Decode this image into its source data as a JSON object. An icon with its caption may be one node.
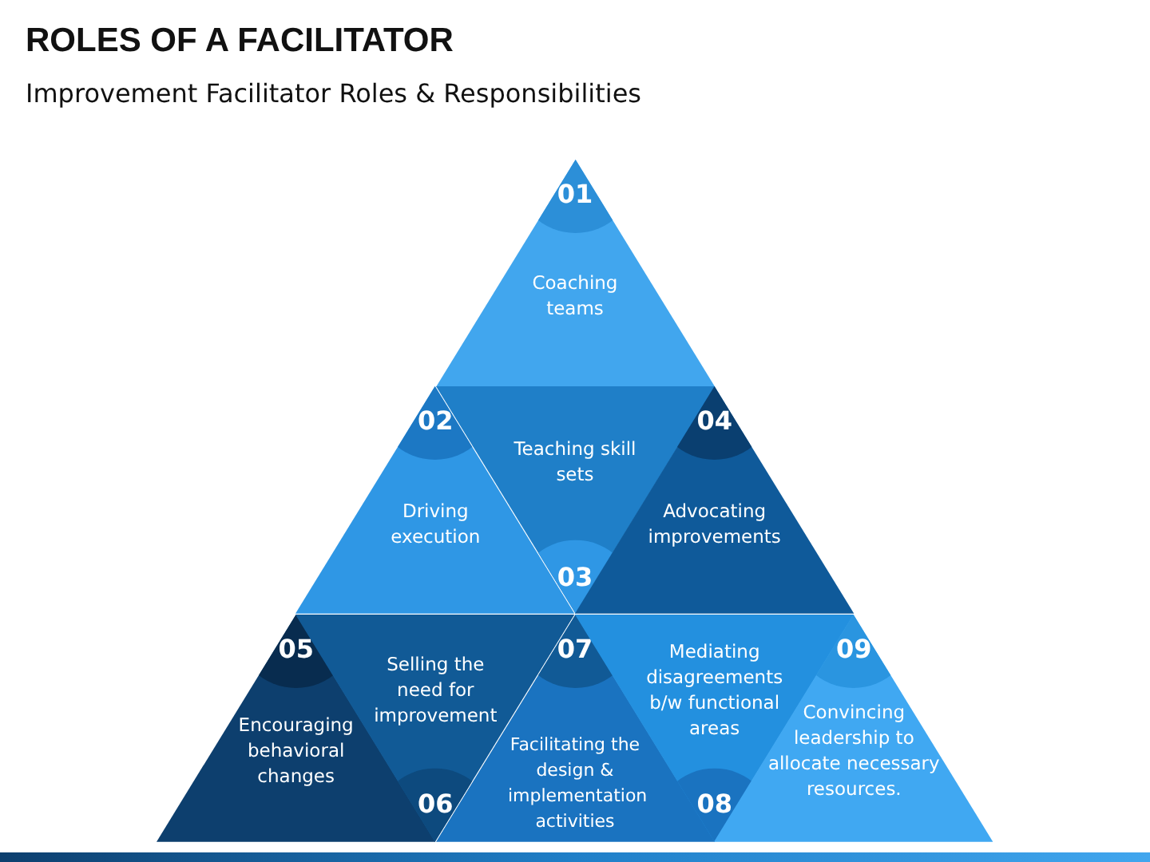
{
  "diagram": {
    "title": "ROLES OF A FACILITATOR",
    "nodes": [
      {
        "text": [
          "01",
          "Coaching teams"
        ]
      },
      {
        "text": [
          "02",
          "Driving execution"
        ]
      },
      {
        "text": [
          "Teaching skill sets",
          "03"
        ]
      },
      {
        "text": [
          "04",
          "Advocating improvements"
        ]
      },
      {
        "text": [
          "05",
          "Encouraging behavioral changes"
        ]
      },
      {
        "text": [
          "Selling the need for improvement",
          "06"
        ]
      },
      {
        "text": [
          "07",
          "Facilitating the design & implementation activities"
        ]
      },
      {
        "text": [
          "Mediating disagreements b/w functional areas",
          "08"
        ]
      },
      {
        "text": [
          "09",
          "Convincing leadership to allocate necessary resources."
        ]
      }
    ],
    "edges": [],
    "labels": [
      "Improvement Facilitator Roles & Responsibilities"
    ]
  }
}
